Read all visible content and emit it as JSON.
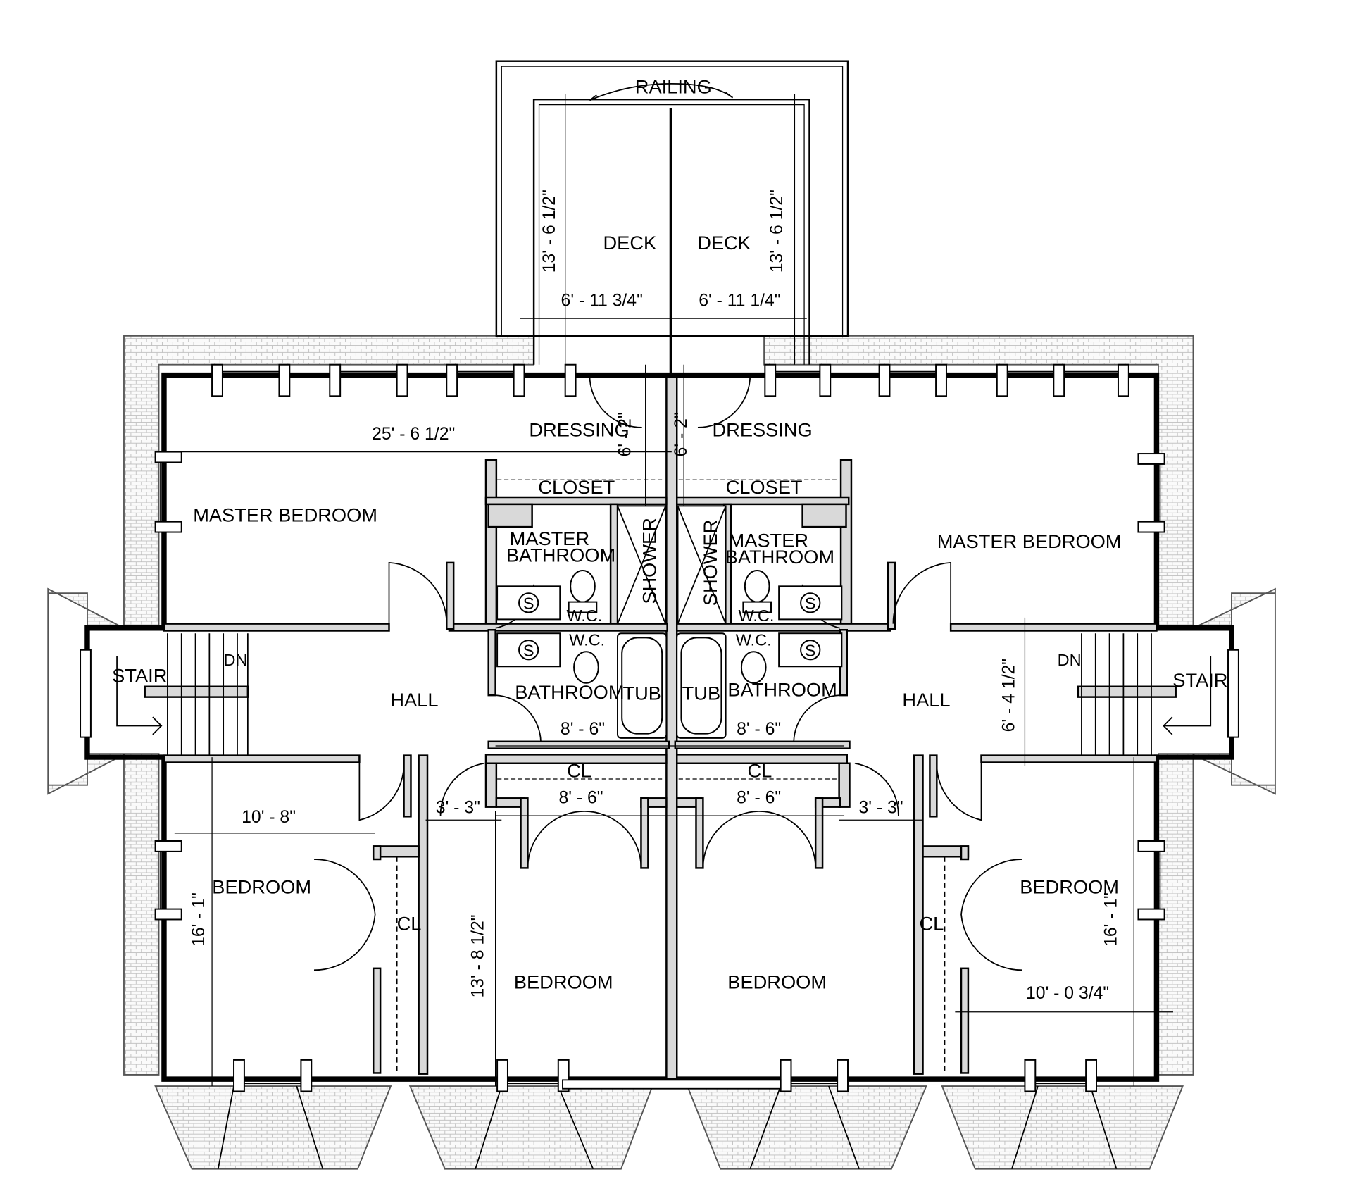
{
  "rooms": {
    "railing": "RAILING",
    "deck_left": "DECK",
    "deck_right": "DECK",
    "dressing_left": "DRESSING",
    "dressing_right": "DRESSING",
    "closet_left": "CLOSET",
    "closet_right": "CLOSET",
    "master_bedroom_left": "MASTER BEDROOM",
    "master_bedroom_right": "MASTER BEDROOM",
    "master_bath_left_1": "MASTER",
    "master_bath_left_2": "BATHROOM",
    "master_bath_right_1": "MASTER",
    "master_bath_right_2": "BATHROOM",
    "shower_left": "SHOWER",
    "shower_right": "SHOWER",
    "wc_1": "W.C.",
    "wc_2": "W.C.",
    "wc_3": "W.C.",
    "wc_4": "W.C.",
    "sink_1": "S",
    "sink_2": "S",
    "sink_3": "S",
    "sink_4": "S",
    "stair_left": "STAIR",
    "stair_right": "STAIR",
    "dn_left": "DN",
    "dn_right": "DN",
    "hall_left": "HALL",
    "hall_right": "HALL",
    "bathroom_left": "BATHROOM",
    "bathroom_right": "BATHROOM",
    "tub_left": "TUB",
    "tub_right": "TUB",
    "cl_hall_left": "CL",
    "cl_hall_right": "CL",
    "cl_bed_left": "CL",
    "cl_bed_right": "CL",
    "bedroom_far_left": "BEDROOM",
    "bedroom_mid_left": "BEDROOM",
    "bedroom_mid_right": "BEDROOM",
    "bedroom_far_right": "BEDROOM"
  },
  "dimensions": {
    "deck_left_height": "13' - 6 1/2\"",
    "deck_right_height": "13' - 6 1/2\"",
    "deck_left_width": "6' - 11 3/4\"",
    "deck_right_width": "6' - 11 1/4\"",
    "master_width": "25' - 6 1/2\"",
    "dressing_left_depth": "6' - 2\"",
    "dressing_right_depth": "6' - 2\"",
    "bath_left_width": "8' - 6\"",
    "bath_right_width": "8' - 6\"",
    "hall_right_height": "6' - 4 1/2\"",
    "bedroom_left_width": "10' - 8\"",
    "hall_left_gap": "3' - 3\"",
    "hall_right_gap": "3' - 3\"",
    "cl_left_width": "8' - 6\"",
    "cl_right_width": "8' - 6\"",
    "bedroom_left_height": "16' - 1\"",
    "bedroom_mid_height": "13' - 8 1/2\"",
    "bedroom_right_height": "16' - 1\"",
    "bedroom_right_width": "10' - 0 3/4\""
  }
}
